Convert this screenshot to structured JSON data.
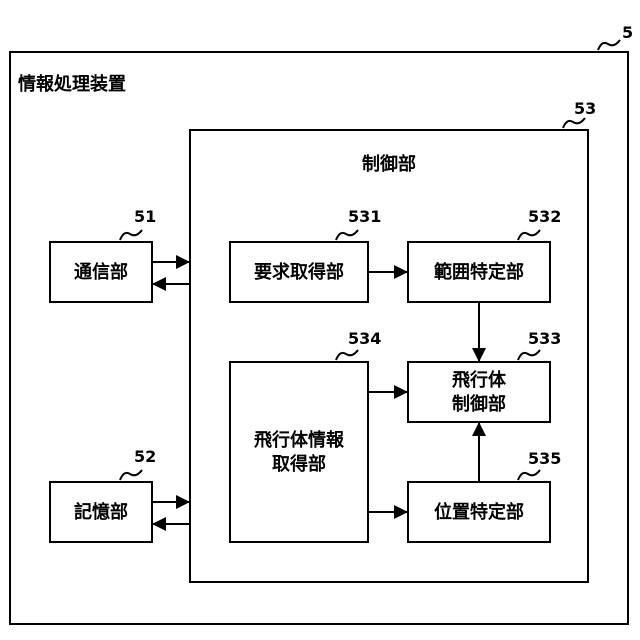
{
  "apparatus": {
    "label": "情報処理装置",
    "ref": "5"
  },
  "control_unit": {
    "label": "制御部",
    "ref": "53"
  },
  "communication_unit": {
    "label": "通信部",
    "ref": "51"
  },
  "storage_unit": {
    "label": "記憶部",
    "ref": "52"
  },
  "request_acquisition_unit": {
    "label": "要求取得部",
    "ref": "531"
  },
  "range_identification_unit": {
    "label": "範囲特定部",
    "ref": "532"
  },
  "flying_object_control_unit": {
    "line1": "飛行体",
    "line2": "制御部",
    "ref": "533"
  },
  "flying_object_info_acquisition_unit": {
    "line1": "飛行体情報",
    "line2": "取得部",
    "ref": "534"
  },
  "position_identification_unit": {
    "label": "位置特定部",
    "ref": "535"
  }
}
